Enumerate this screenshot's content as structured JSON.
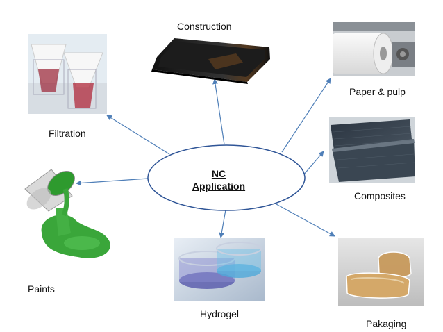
{
  "center": {
    "line1": "NC",
    "line2": "Application"
  },
  "nodes": {
    "construction": {
      "label": "Construction"
    },
    "paper": {
      "label": "Paper & pulp"
    },
    "filtration": {
      "label": "Filtration"
    },
    "composites": {
      "label": "Composites"
    },
    "paints": {
      "label": "Paints"
    },
    "hydrogel": {
      "label": "Hydrogel"
    },
    "packaging": {
      "label": "Pakaging"
    }
  },
  "colors": {
    "arrow": "#4f7fb8",
    "ellipse_stroke": "#2f5597",
    "paint": "#3aa63a"
  }
}
